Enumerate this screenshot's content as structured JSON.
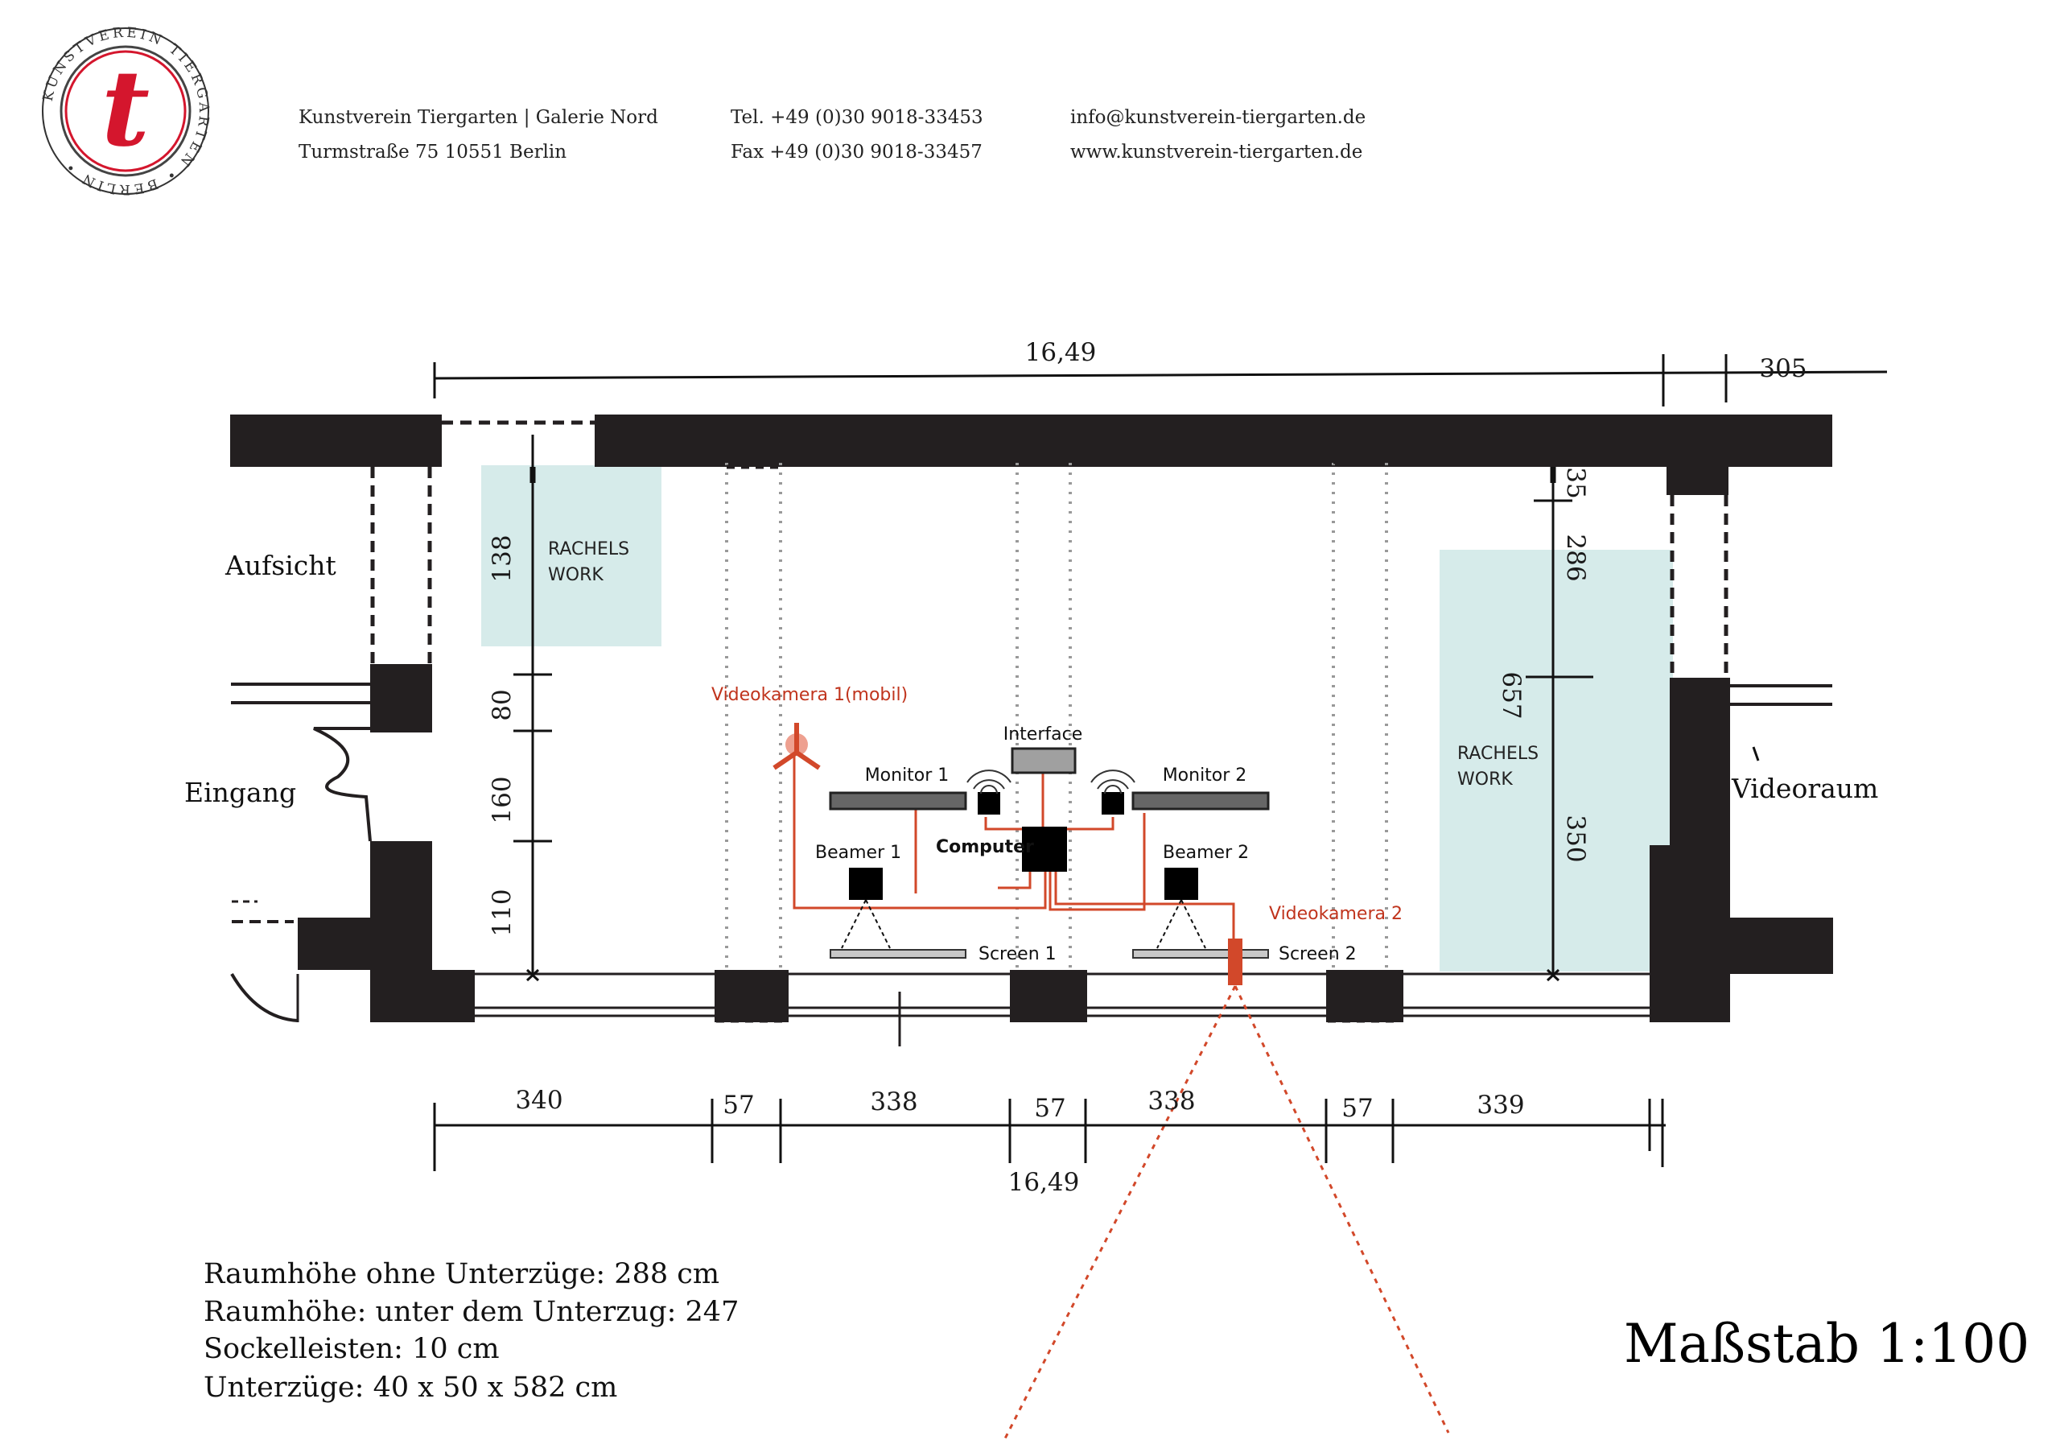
{
  "header": {
    "logo": {
      "ring_text": "KUNSTVEREIN TIERGARTEN • BERLIN •",
      "letter": "t",
      "color": "#d4162d"
    },
    "org_line1": "Kunstverein Tiergarten | Galerie Nord",
    "org_line2": "Turmstraße 75    10551 Berlin",
    "tel": "Tel. +49 (0)30 9018-33453",
    "fax": "Fax +49 (0)30 9018-33457",
    "email": "info@kunstverein-tiergarten.de",
    "web": "www.kunstverein-tiergarten.de"
  },
  "plan": {
    "top_length": "16,49",
    "top_right": "305",
    "bottom_length": "16,49",
    "bottom_segments": [
      "340",
      "57",
      "338",
      "57",
      "338",
      "57",
      "339"
    ],
    "left_dims": [
      "138",
      "80",
      "160",
      "110"
    ],
    "right_dims": [
      "35",
      "286",
      "657",
      "350"
    ],
    "rooms": {
      "aufsicht": "Aufsicht",
      "eingang": "Eingang",
      "videoraum": "Videoraum"
    },
    "works": {
      "left_line1": "RACHELS",
      "left_line2": "WORK",
      "right_line1": "RACHELS",
      "right_line2": "WORK",
      "color": "#d6ebea"
    },
    "equipment": {
      "videokamera1": "Videokamera 1(mobil)",
      "videokamera2": "Videokamera 2",
      "interface": "Interface",
      "monitor1": "Monitor 1",
      "monitor2": "Monitor 2",
      "computer": "Computer",
      "beamer1": "Beamer 1",
      "beamer2": "Beamer 2",
      "screen1": "Screen 1",
      "screen2": "Screen 2"
    },
    "cable_color": "#d2482a"
  },
  "notes": [
    "Raumhöhe ohne Unterzüge: 288 cm",
    "Raumhöhe: unter dem Unterzug: 247",
    "Sockelleisten: 10 cm",
    "Unterzüge:  40 x 50  x 582 cm"
  ],
  "scale": "Maßstab 1:100"
}
